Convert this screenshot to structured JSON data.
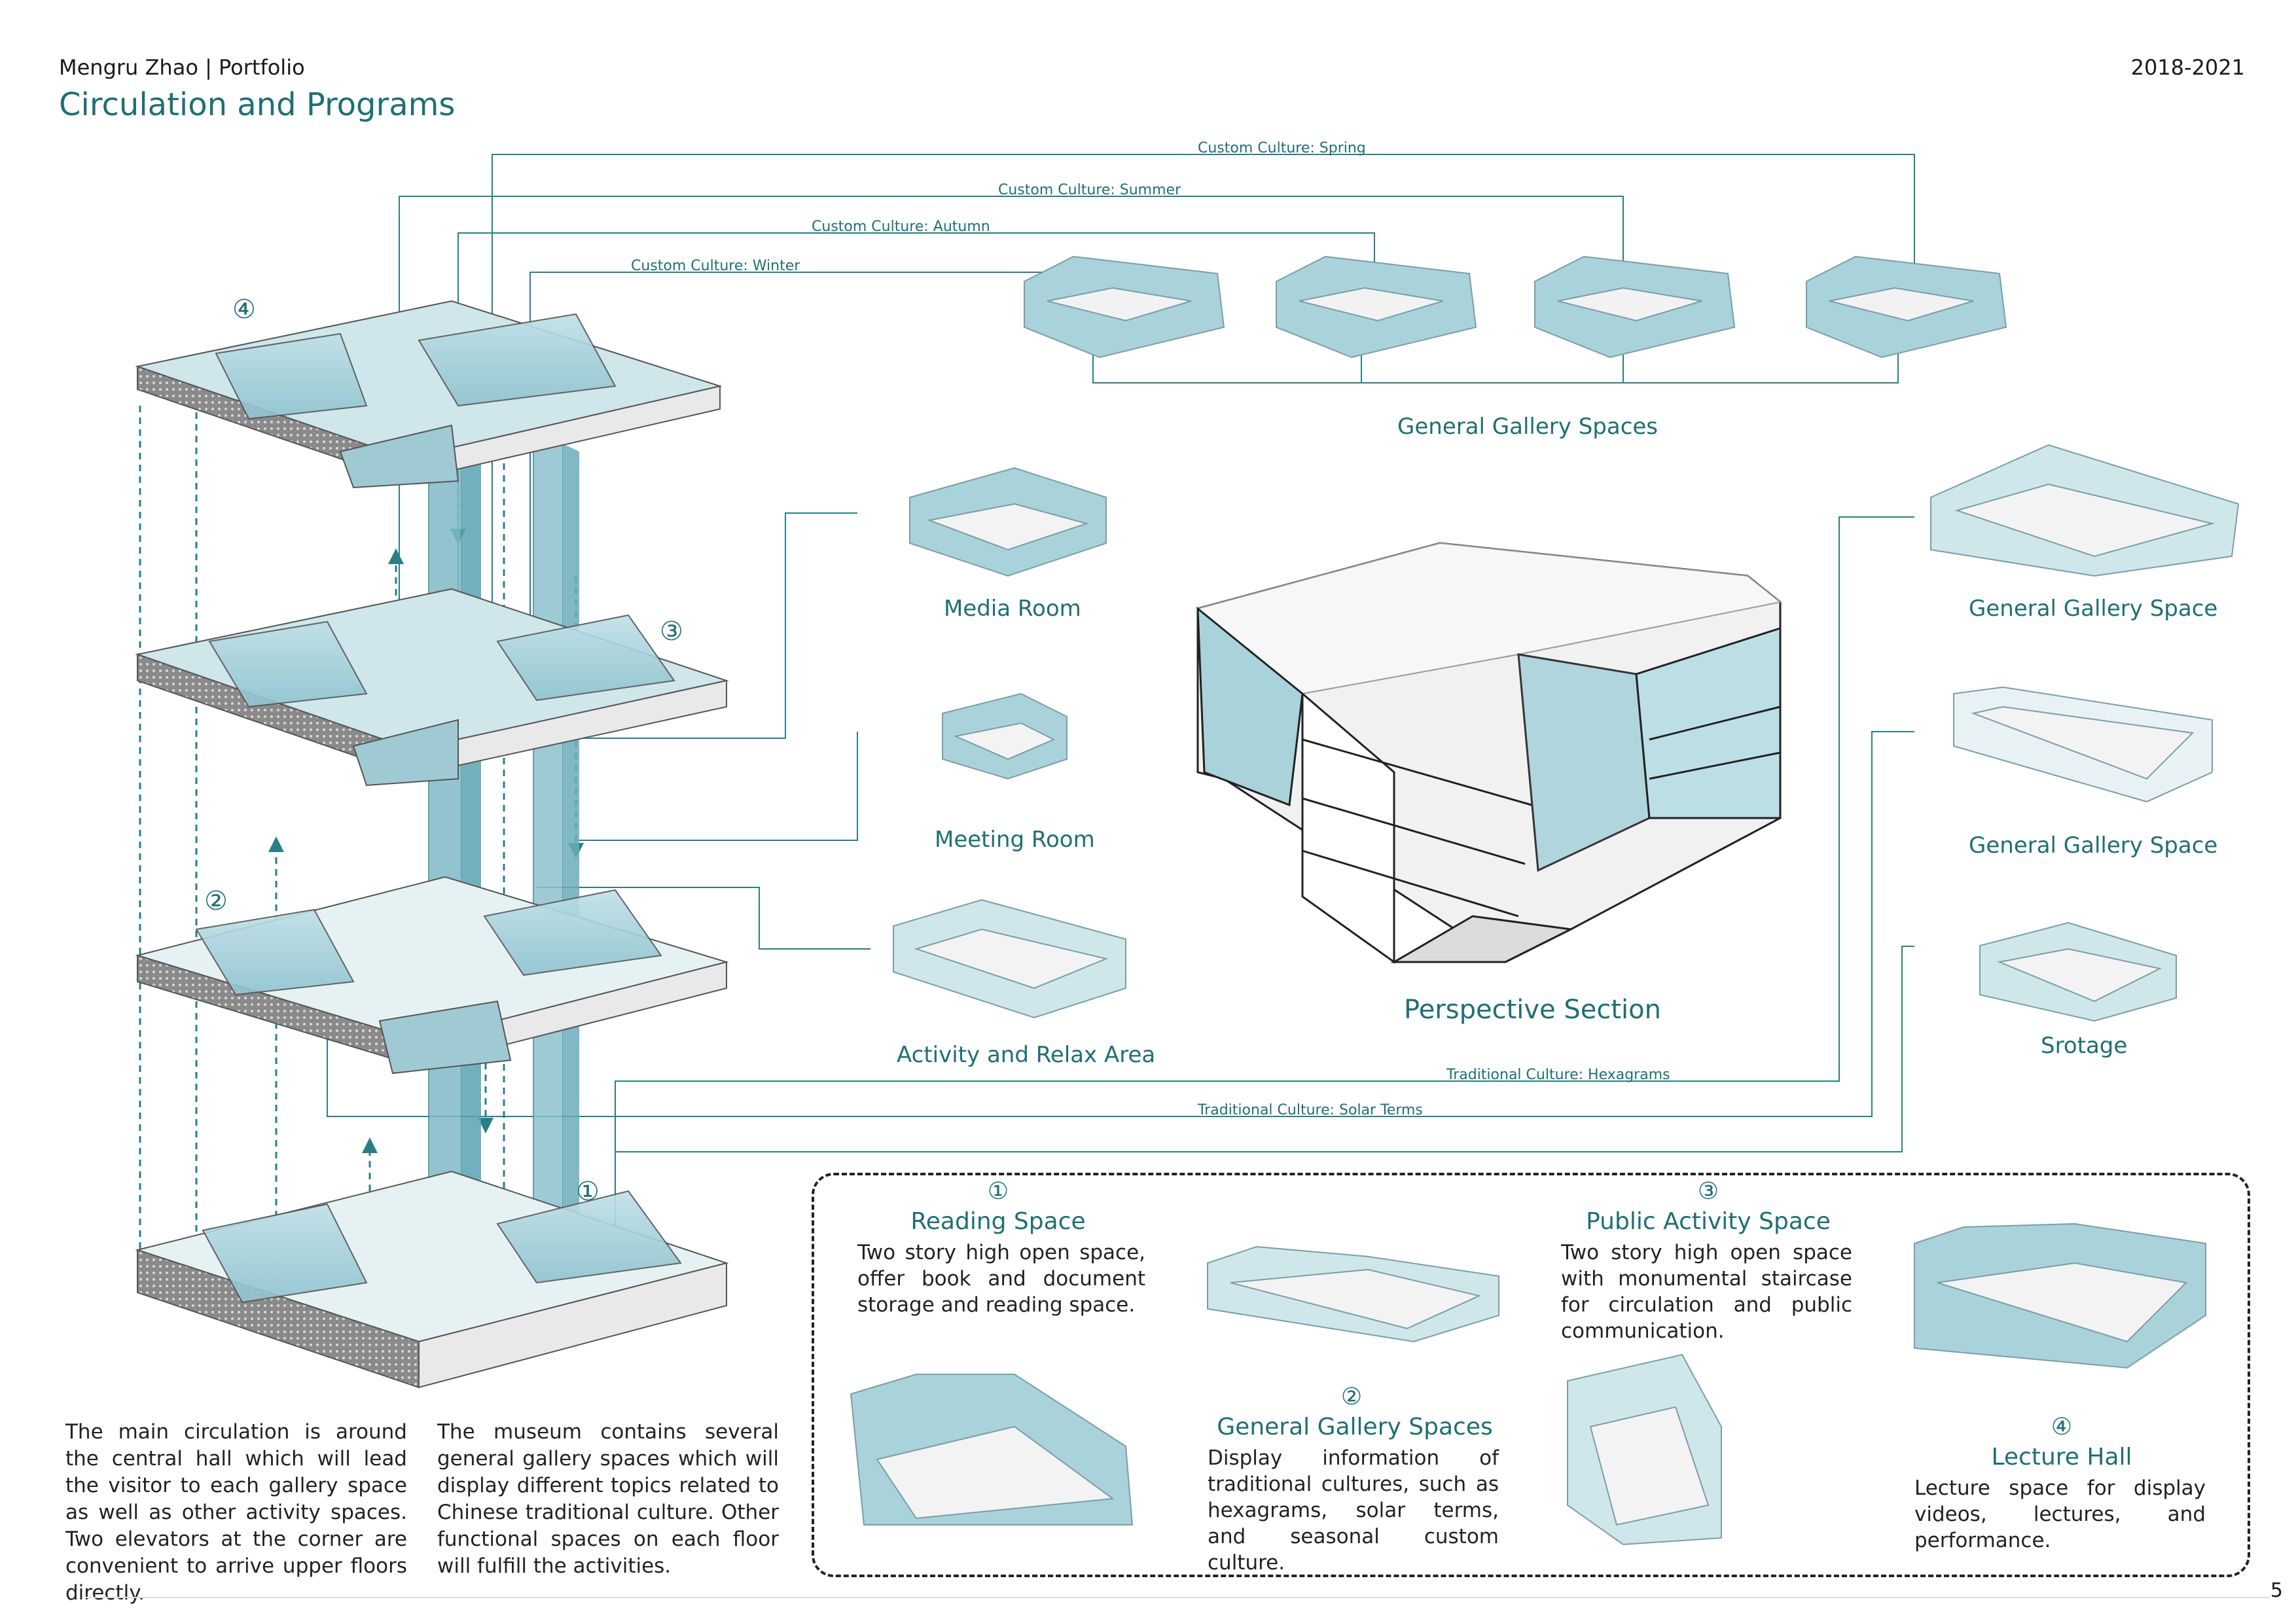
{
  "header": {
    "author": "Mengru Zhao | Portfolio",
    "title": "Circulation and Programs",
    "years": "2018-2021"
  },
  "floor_numbers": [
    "④",
    "③",
    "②",
    "①"
  ],
  "culture_lines": {
    "spring": "Custom Culture: Spring",
    "summer": "Custom Culture: Summer",
    "autumn": "Custom Culture: Autumn",
    "winter": "Custom Culture: Winter",
    "hexagrams": "Traditional Culture: Hexagrams",
    "solar_terms": "Traditional Culture: Solar Terms"
  },
  "programs": {
    "general_gallery_spaces": "General Gallery Spaces",
    "media_room": "Media Room",
    "meeting_room": "Meeting Room",
    "activity_relax": "Activity and Relax Area",
    "perspective_section": "Perspective Section",
    "gallery_space_1": "General Gallery Space",
    "gallery_space_2": "General Gallery Space",
    "storage": "Srotage"
  },
  "descriptions": {
    "circulation": "The main circulation is around the central hall which will lead the visitor to each gallery space as well as other activity spaces. Two elevators at the corner are convenient to arrive upper floors directly.",
    "galleries": "The museum contains several general gallery spaces which will display different topics related to Chinese traditional culture. Other functional spaces on each floor will fulfill the activities."
  },
  "cards": [
    {
      "num": "①",
      "title": "Reading Space",
      "text": "Two story high open space, offer book and document storage and reading space."
    },
    {
      "num": "②",
      "title": "General Gallery Spaces",
      "text": "Display information of traditional cultures, such as hexagrams, solar terms, and seasonal custom culture."
    },
    {
      "num": "③",
      "title": "Public Activity Space",
      "text": "Two story high open space with monumental staircase for circulation and public communication."
    },
    {
      "num": "④",
      "title": "Lecture Hall",
      "text": "Lecture space for display videos, lectures, and performance."
    }
  ],
  "page_number": "5",
  "colors": {
    "accent": "#1f6f74",
    "glass": "#a9d2db",
    "glass_dark": "#6fb3c2",
    "line": "#2a7f86"
  }
}
